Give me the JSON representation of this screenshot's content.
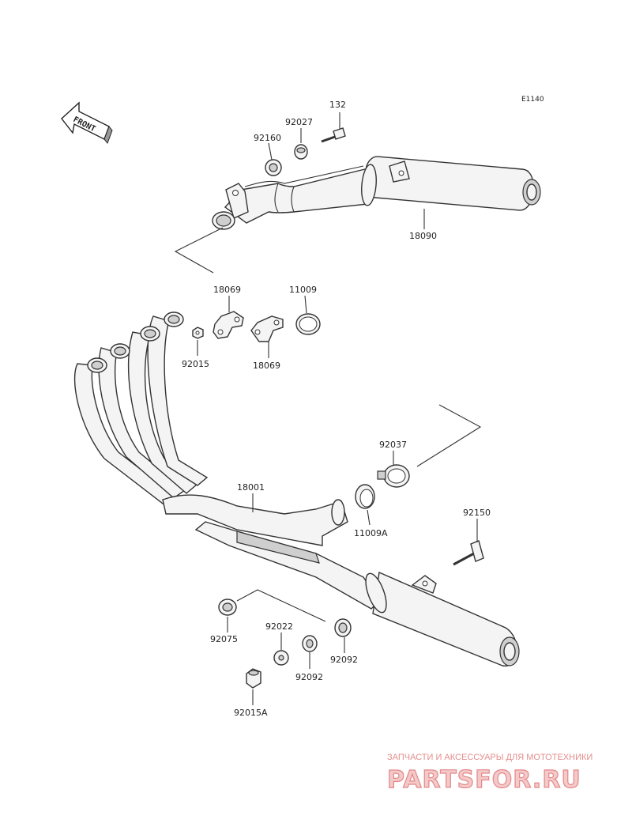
{
  "diagram": {
    "code": "E1140",
    "front_label": "FRONT",
    "parts": [
      {
        "id": "132",
        "label": "132"
      },
      {
        "id": "92027",
        "label": "92027"
      },
      {
        "id": "92160",
        "label": "92160"
      },
      {
        "id": "18090",
        "label": "18090"
      },
      {
        "id": "18069a",
        "label": "18069"
      },
      {
        "id": "11009",
        "label": "11009"
      },
      {
        "id": "92015",
        "label": "92015"
      },
      {
        "id": "18069b",
        "label": "18069"
      },
      {
        "id": "92037",
        "label": "92037"
      },
      {
        "id": "18001",
        "label": "18001"
      },
      {
        "id": "11009A",
        "label": "11009A"
      },
      {
        "id": "92150",
        "label": "92150"
      },
      {
        "id": "92075",
        "label": "92075"
      },
      {
        "id": "92022",
        "label": "92022"
      },
      {
        "id": "92092a",
        "label": "92092"
      },
      {
        "id": "92092b",
        "label": "92092"
      },
      {
        "id": "92015A",
        "label": "92015A"
      }
    ]
  },
  "watermark": {
    "tagline": "ЗАПЧАСТИ И АКСЕССУАРЫ ДЛЯ МОТОТЕХНИКИ",
    "logo": "PARTSFOR.RU",
    "color": "#e38888"
  }
}
